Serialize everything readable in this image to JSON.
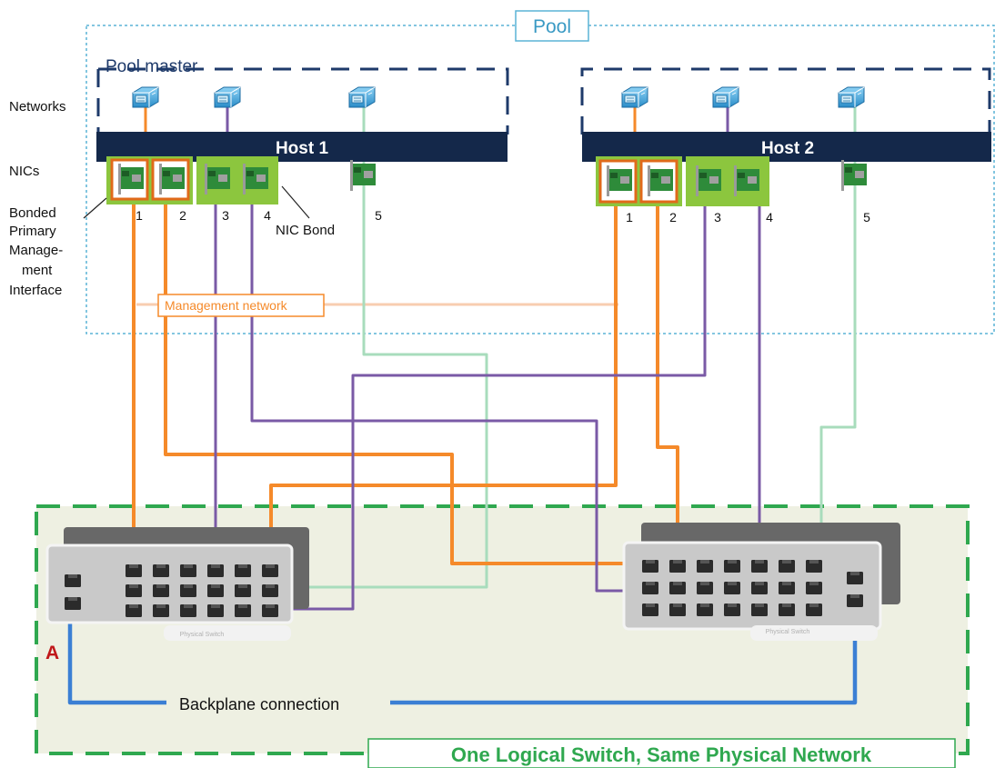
{
  "pool": {
    "label": "Pool",
    "master_label": "Pool master"
  },
  "side_labels": {
    "networks": "Networks",
    "nics": "NICs",
    "bonded_line1": "Bonded",
    "bonded_line2": "Primary",
    "bonded_line3": "Manage-",
    "bonded_line4": "ment",
    "bonded_line5": "Interface"
  },
  "hosts": [
    {
      "name": "Host 1",
      "nic_numbers": [
        "1",
        "2",
        "3",
        "4",
        "5"
      ]
    },
    {
      "name": "Host 2",
      "nic_numbers": [
        "1",
        "2",
        "3",
        "4",
        "5"
      ]
    }
  ],
  "nic_bond_label": "NIC Bond",
  "management_network_label": "Management network",
  "switch_label": "Physical Switch",
  "switch_a_marker": "A",
  "backplane_label": "Backplane connection",
  "logical_switch_label": "One Logical Switch, Same Physical Network",
  "colors": {
    "orange": "#f58a2a",
    "purple": "#7a5aa6",
    "light_green": "#a8dcbc",
    "blue": "#3b7fd4",
    "host_bar": "#14284a",
    "pool_border": "#5ab4d6",
    "logical_switch_border": "#2fa84f",
    "logical_switch_bg": "#eef0e2",
    "nic_green": "#8cc63e"
  }
}
